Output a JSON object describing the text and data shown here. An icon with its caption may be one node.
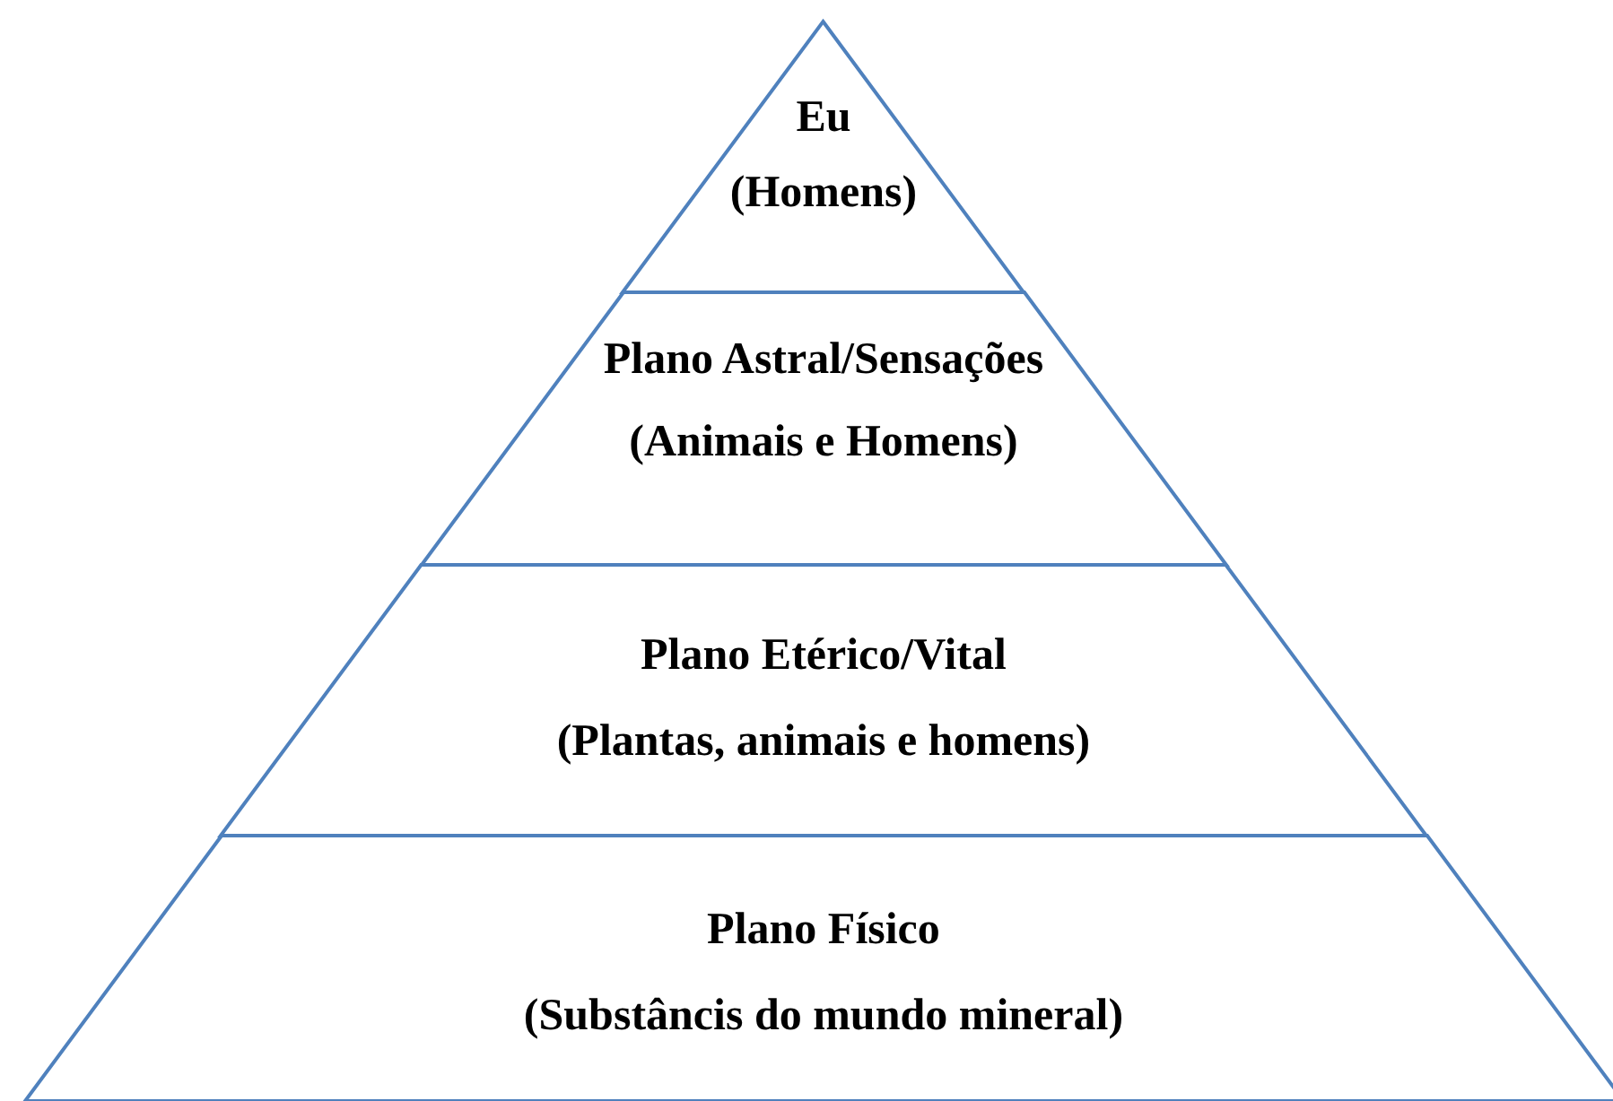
{
  "diagram": {
    "nodes": [
      {
        "text": [
          "Eu",
          "(Homens)"
        ]
      },
      {
        "text": [
          "Plano Astral/Sensações",
          "(Animais e Homens)"
        ]
      },
      {
        "text": [
          "Plano Etérico/Vital",
          "(Plantas, animais e homens)"
        ]
      },
      {
        "text": [
          "Plano Físico",
          "(Substâncis do mundo mineral)"
        ]
      }
    ]
  }
}
